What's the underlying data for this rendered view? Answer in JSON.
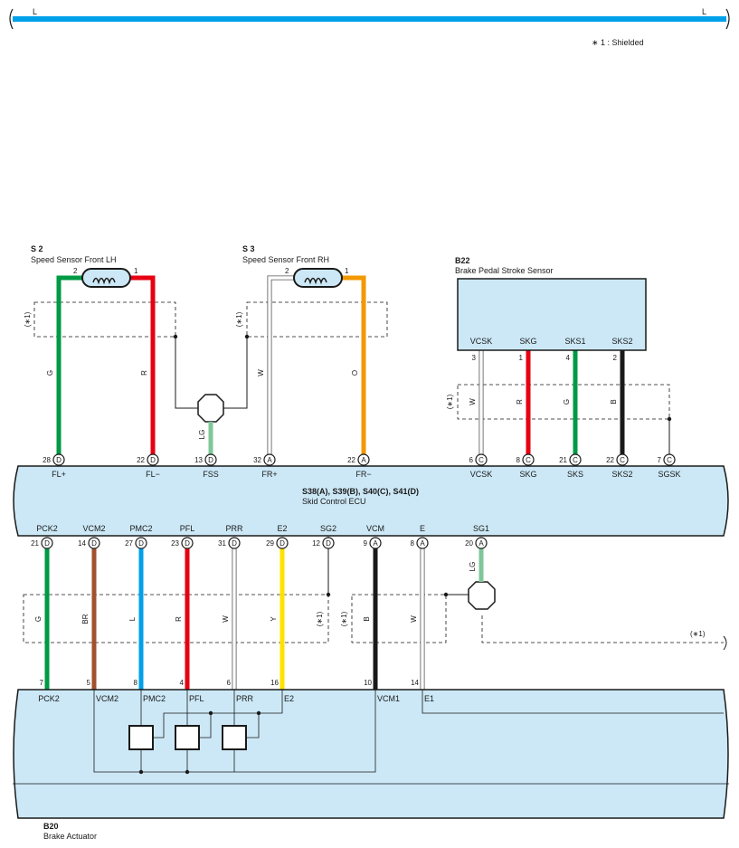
{
  "bus": {
    "left_label": "L",
    "right_label": "L",
    "color": "#00a0e9"
  },
  "legend": "∗ 1 : Shielded",
  "colors": {
    "G": "#009944",
    "R": "#e60012",
    "O": "#f39800",
    "W": "#ffffff",
    "LG": "#7fc79a",
    "B": "#1a1a1a",
    "BR": "#a0522d",
    "L": "#00a0e9",
    "Y": "#ffe100",
    "box_fill": "#cce8f6",
    "outline": "#1a1a1a"
  },
  "components": {
    "s2": {
      "code": "S 2",
      "name": "Speed Sensor Front LH",
      "pin_left": "2",
      "pin_right": "1"
    },
    "s3": {
      "code": "S 3",
      "name": "Speed Sensor Front RH",
      "pin_left": "2",
      "pin_right": "1"
    },
    "b22": {
      "code": "B22",
      "name": "Brake Pedal Stroke Sensor",
      "terminals": [
        "VCSK",
        "SKG",
        "SKS1",
        "SKS2"
      ],
      "pins": [
        "3",
        "1",
        "4",
        "2"
      ]
    },
    "ecu": {
      "code": "S38(A), S39(B), S40(C), S41(D)",
      "name": "Skid Control ECU"
    },
    "b20": {
      "code": "B20",
      "name": "Brake Actuator"
    }
  },
  "shield_label": "(∗1)",
  "upper_wires": [
    {
      "id": "fl-plus",
      "color_code": "G",
      "pin": "28",
      "conn": "D",
      "terminal": "FL+"
    },
    {
      "id": "fl-minus",
      "color_code": "R",
      "pin": "22",
      "conn": "D",
      "terminal": "FL−"
    },
    {
      "id": "fss",
      "color_code": "LG",
      "pin": "13",
      "conn": "D",
      "terminal": "FSS"
    },
    {
      "id": "fr-plus",
      "color_code": "W",
      "pin": "32",
      "conn": "A",
      "terminal": "FR+"
    },
    {
      "id": "fr-minus",
      "color_code": "O",
      "pin": "22",
      "conn": "A",
      "terminal": "FR−"
    },
    {
      "id": "vcsk",
      "color_code": "W",
      "pin": "6",
      "conn": "C",
      "terminal": "VCSK"
    },
    {
      "id": "skg",
      "color_code": "R",
      "pin": "8",
      "conn": "C",
      "terminal": "SKG"
    },
    {
      "id": "sks",
      "color_code": "G",
      "pin": "21",
      "conn": "C",
      "terminal": "SKS"
    },
    {
      "id": "sks2",
      "color_code": "B",
      "pin": "22",
      "conn": "C",
      "terminal": "SKS2"
    },
    {
      "id": "sgsk",
      "color_code": "",
      "pin": "7",
      "conn": "C",
      "terminal": "SGSK"
    }
  ],
  "lower_wires": [
    {
      "id": "pck2",
      "color_code": "G",
      "pin": "21",
      "conn": "D",
      "terminal": "PCK2",
      "act_pin": "7",
      "act_terminal": "PCK2"
    },
    {
      "id": "vcm2",
      "color_code": "BR",
      "pin": "14",
      "conn": "D",
      "terminal": "VCM2",
      "act_pin": "5",
      "act_terminal": "VCM2"
    },
    {
      "id": "pmc2",
      "color_code": "L",
      "pin": "27",
      "conn": "D",
      "terminal": "PMC2",
      "act_pin": "8",
      "act_terminal": "PMC2"
    },
    {
      "id": "pfl",
      "color_code": "R",
      "pin": "23",
      "conn": "D",
      "terminal": "PFL",
      "act_pin": "4",
      "act_terminal": "PFL"
    },
    {
      "id": "prr",
      "color_code": "W",
      "pin": "31",
      "conn": "D",
      "terminal": "PRR",
      "act_pin": "6",
      "act_terminal": "PRR"
    },
    {
      "id": "e2",
      "color_code": "Y",
      "pin": "29",
      "conn": "D",
      "terminal": "E2",
      "act_pin": "16",
      "act_terminal": "E2"
    },
    {
      "id": "sg2",
      "color_code": "",
      "pin": "12",
      "conn": "D",
      "terminal": "SG2",
      "act_pin": "",
      "act_terminal": ""
    },
    {
      "id": "vcm",
      "color_code": "B",
      "pin": "9",
      "conn": "A",
      "terminal": "VCM",
      "act_pin": "10",
      "act_terminal": "VCM1"
    },
    {
      "id": "e",
      "color_code": "W",
      "pin": "8",
      "conn": "A",
      "terminal": "E",
      "act_pin": "14",
      "act_terminal": "E1"
    },
    {
      "id": "sg1",
      "color_code": "LG",
      "pin": "20",
      "conn": "A",
      "terminal": "SG1",
      "act_pin": "",
      "act_terminal": ""
    }
  ]
}
